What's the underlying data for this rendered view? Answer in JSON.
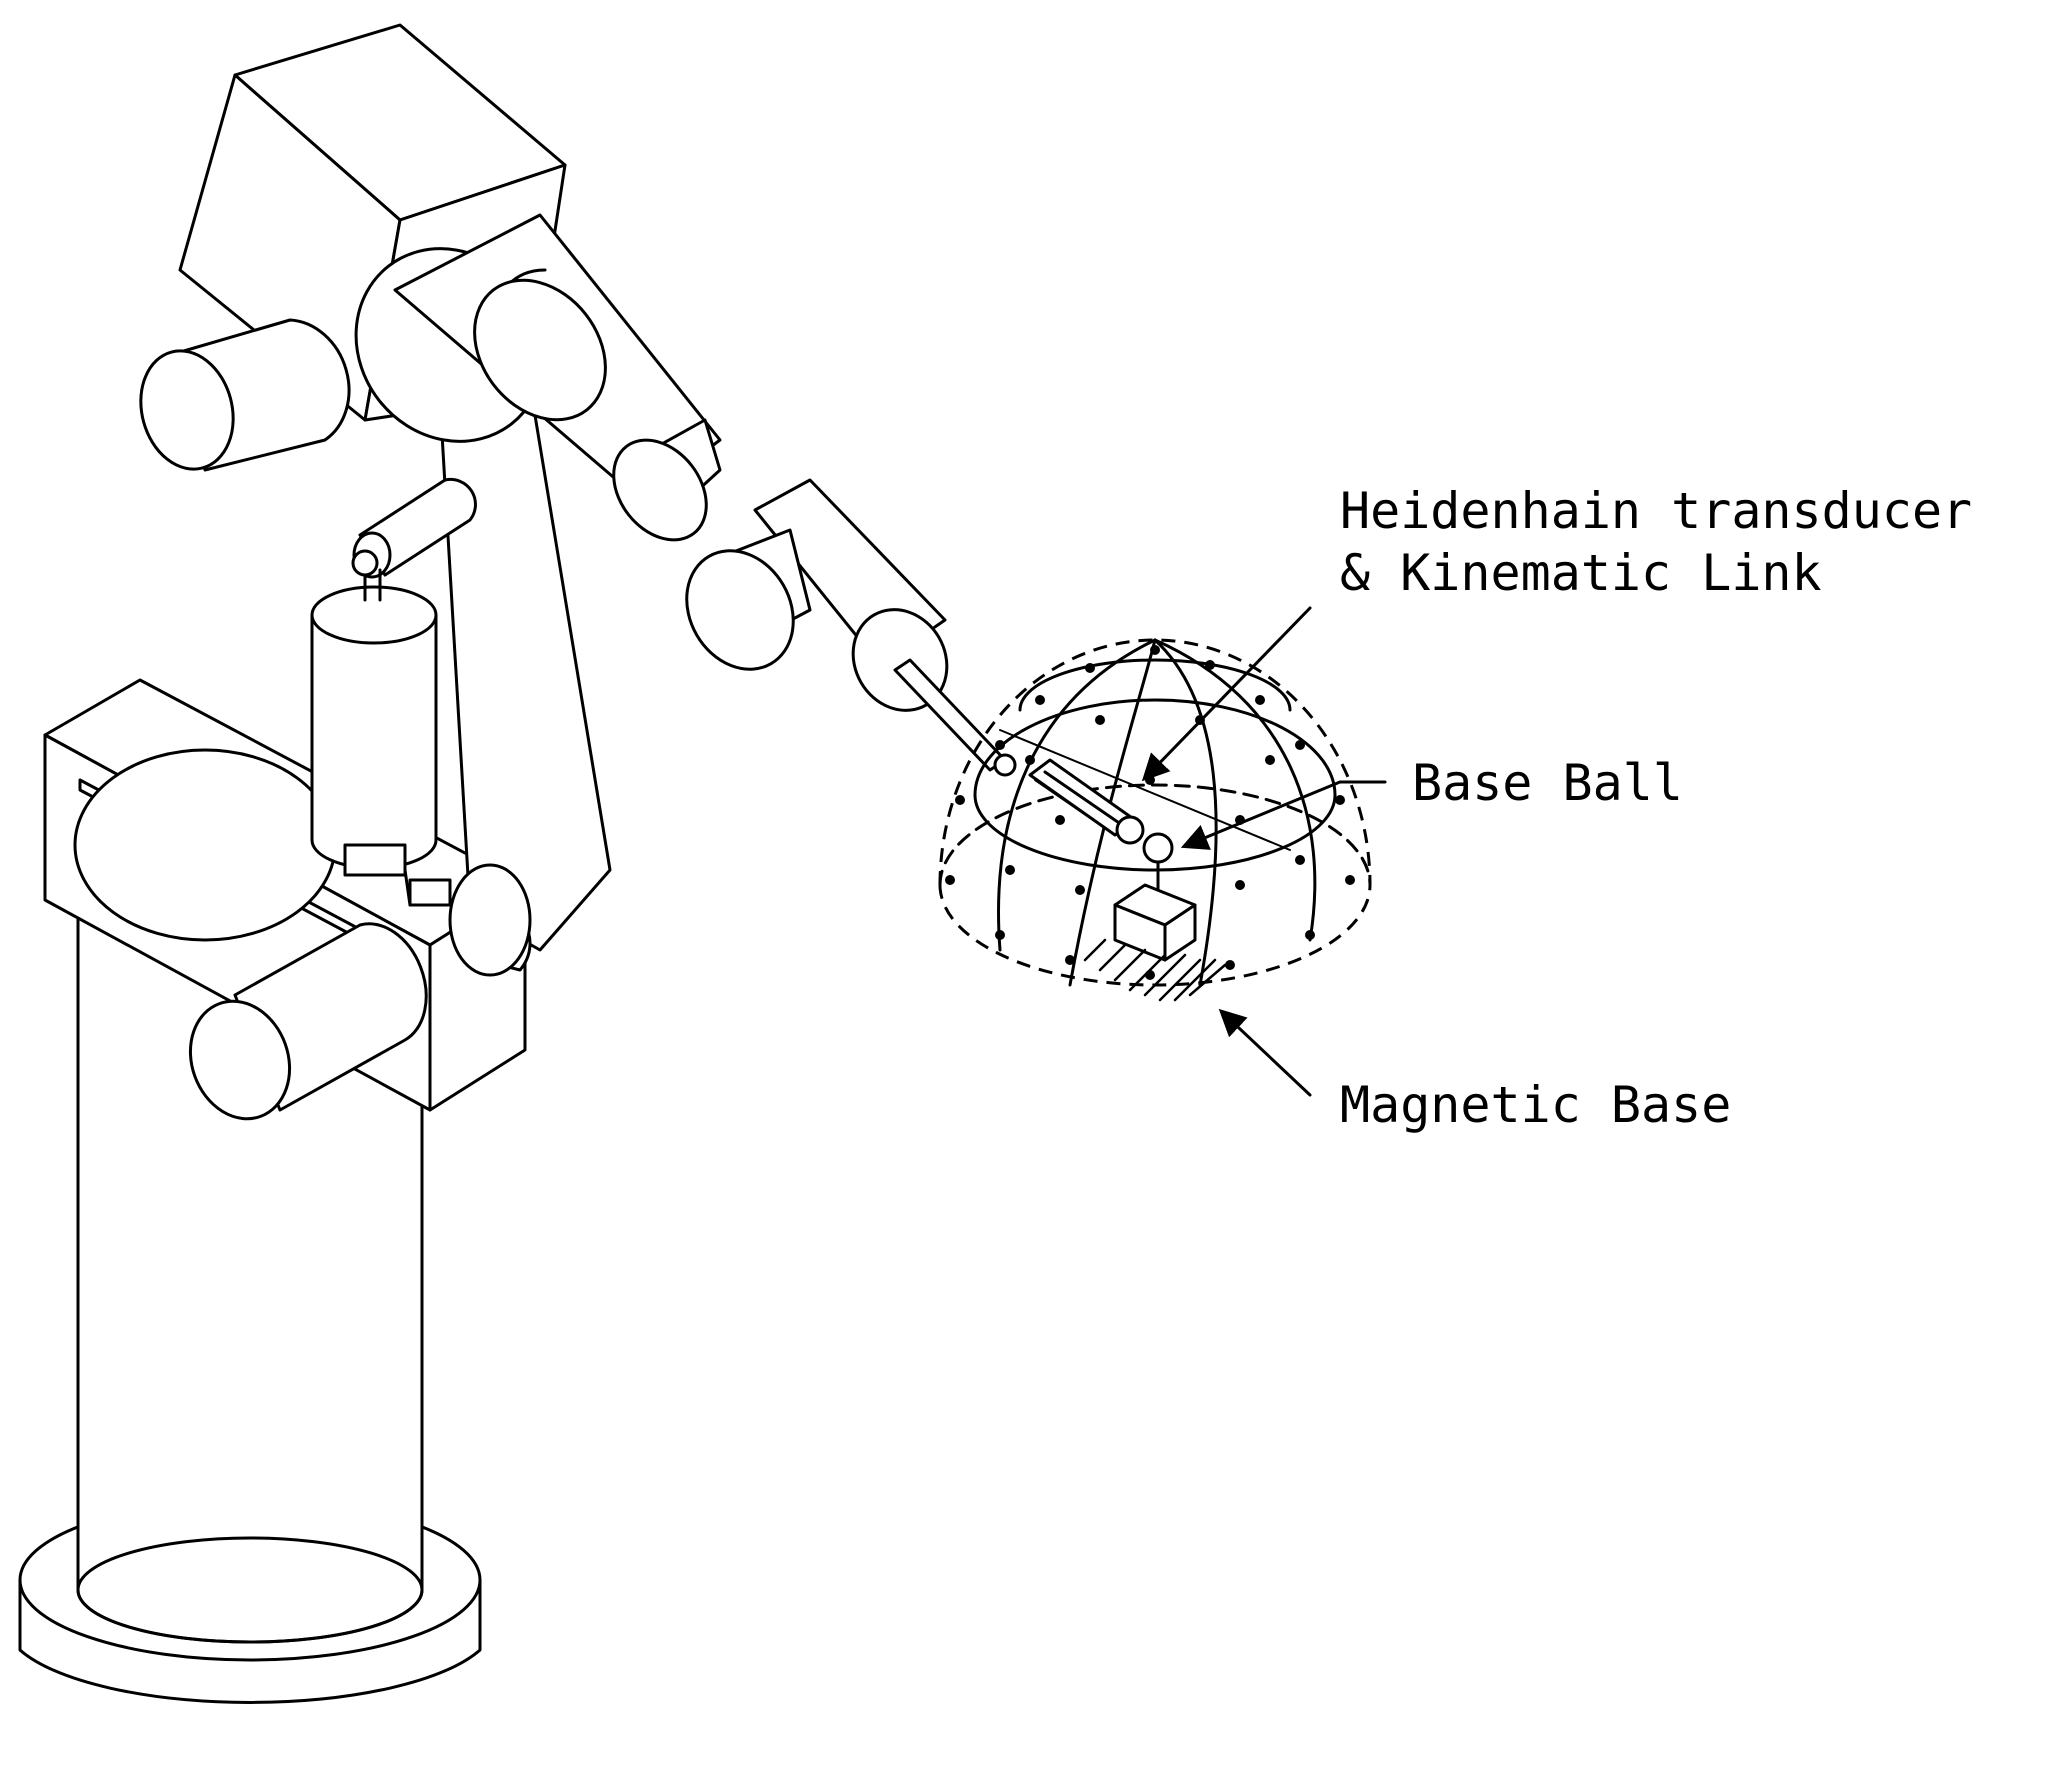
{
  "labels": {
    "transducer_line1": "Heidenhain transducer",
    "transducer_line2": "& Kinematic Link",
    "base_ball": "Base Ball",
    "magnetic_base": "Magnetic Base"
  },
  "colors": {
    "ink": "#000000",
    "paper": "#ffffff"
  }
}
